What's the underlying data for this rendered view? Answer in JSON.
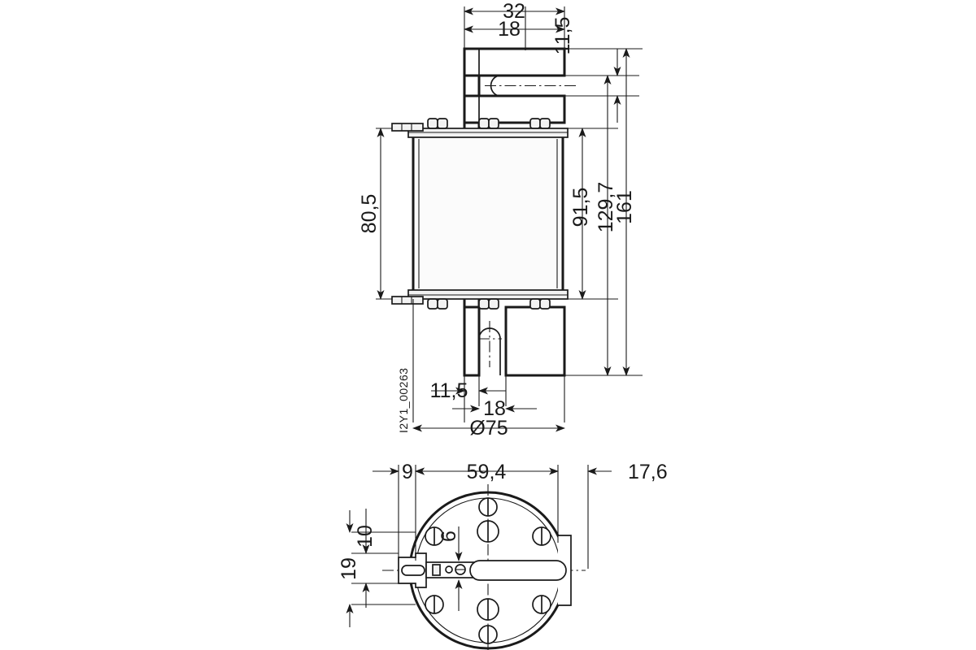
{
  "document": {
    "kind": "engineering-dimension-drawing",
    "subject": "NH fuse-link / fuse holder body",
    "reference_code": "I2Y1_00263",
    "units_note": "mm",
    "background_color": "#ffffff",
    "line_color": "#1a1a1a",
    "body_fill_color": "#fbfbfb"
  },
  "views": {
    "front": {
      "name": "front-elevation-view",
      "dimensions": {
        "blade_total_width": "32",
        "blade_slot_offset": "18",
        "blade_thickness_top": "11,5",
        "body_height": "80,5",
        "height_to_upper_blade": "91,5",
        "height_overall_mid": "129,7",
        "height_overall": "161",
        "blade_thickness_bottom": "11,5",
        "blade_slot_offset_bottom": "18",
        "outer_diameter": "Ø75"
      }
    },
    "bottom": {
      "name": "bottom-plan-view",
      "dimensions": {
        "left_tab_width": "9",
        "center_span": "59,4",
        "right_offset": "17,6",
        "tab_height_upper": "10",
        "tab_height_total": "19",
        "slot_width": "6"
      }
    }
  },
  "labels": {
    "d32": "32",
    "d18_top": "18",
    "d115_top": "11,5",
    "d805": "80,5",
    "d915": "91,5",
    "d1297": "129,7",
    "d161": "161",
    "d115_bottom": "11,5",
    "d18_bottom": "18",
    "d75": "Ø75",
    "d9": "9",
    "d594": "59,4",
    "d176": "17,6",
    "d10": "10",
    "d19": "19",
    "d6": "6",
    "ref": "I2Y1_00263"
  }
}
